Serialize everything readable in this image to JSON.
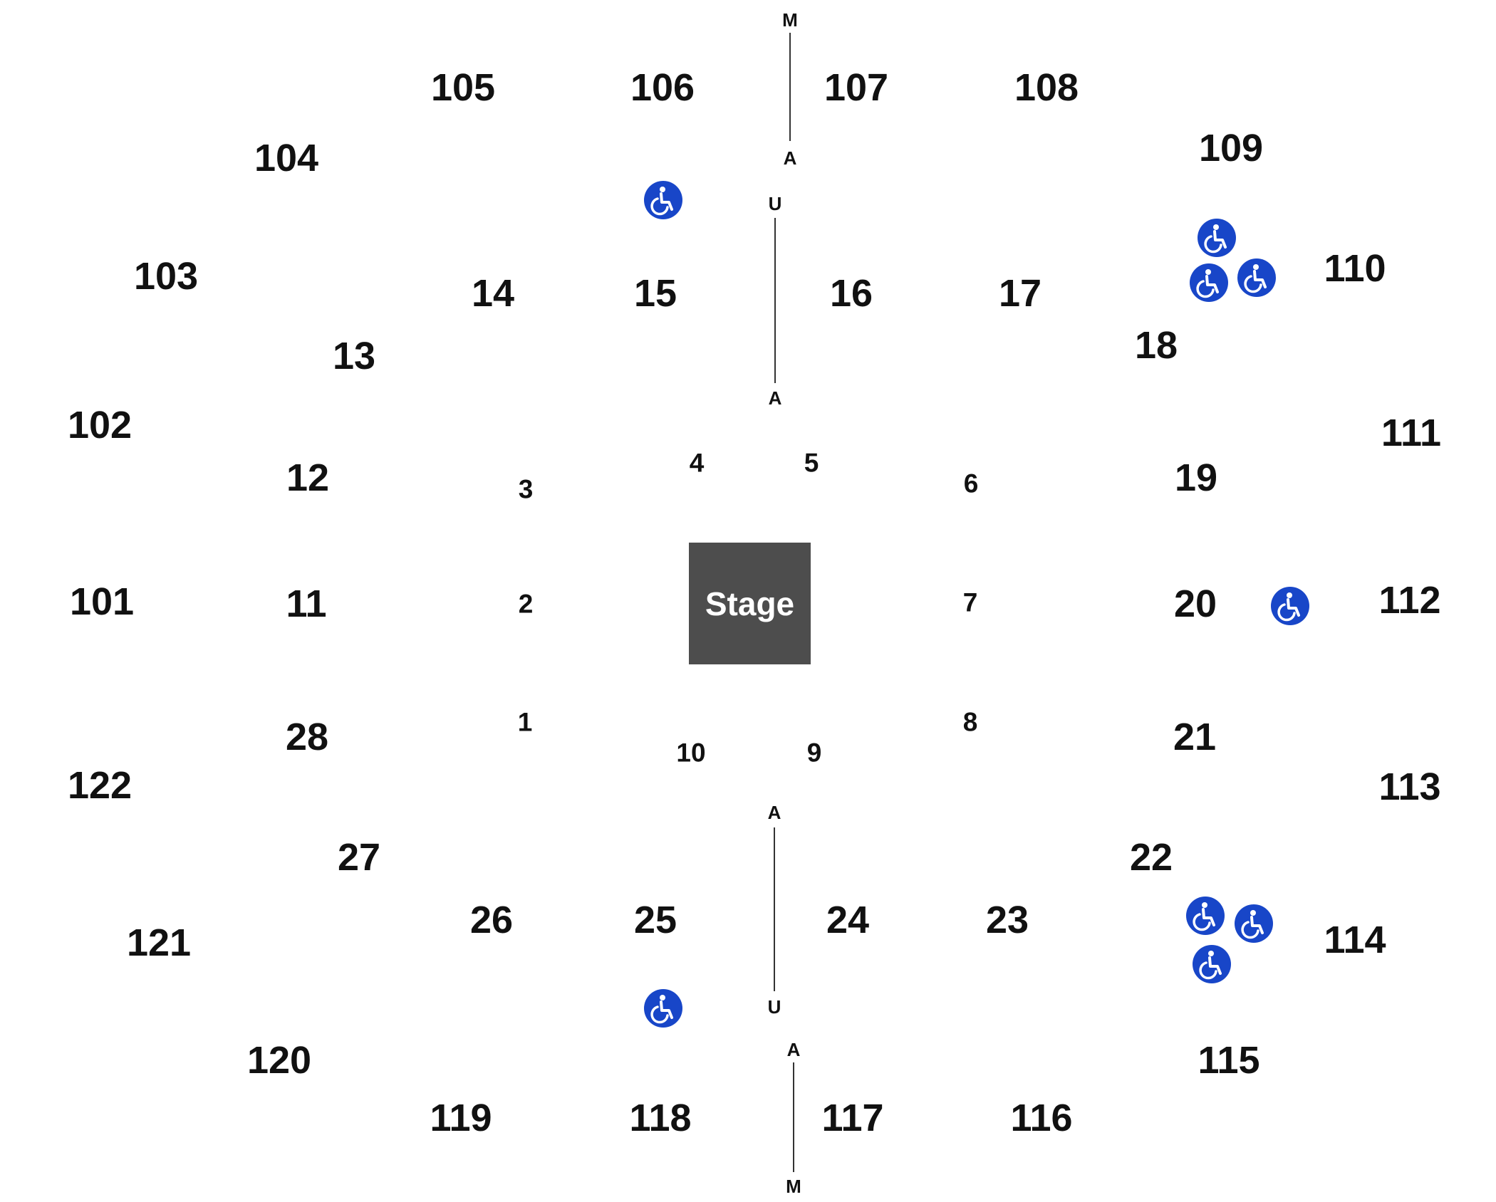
{
  "stage": {
    "label": "Stage"
  },
  "sections": {
    "s101": "101",
    "s102": "102",
    "s103": "103",
    "s104": "104",
    "s105": "105",
    "s106": "106",
    "s107": "107",
    "s108": "108",
    "s109": "109",
    "s110": "110",
    "s111": "111",
    "s112": "112",
    "s113": "113",
    "s114": "114",
    "s115": "115",
    "s116": "116",
    "s117": "117",
    "s118": "118",
    "s119": "119",
    "s120": "120",
    "s121": "121",
    "s122": "122",
    "s11": "11",
    "s12": "12",
    "s13": "13",
    "s14": "14",
    "s15": "15",
    "s16": "16",
    "s17": "17",
    "s18": "18",
    "s19": "19",
    "s20": "20",
    "s21": "21",
    "s22": "22",
    "s23": "23",
    "s24": "24",
    "s25": "25",
    "s26": "26",
    "s27": "27",
    "s28": "28",
    "s1": "1",
    "s2": "2",
    "s3": "3",
    "s4": "4",
    "s5": "5",
    "s6": "6",
    "s7": "7",
    "s8": "8",
    "s9": "9",
    "s10": "10"
  },
  "aisles": {
    "top_upper": {
      "top": "M",
      "bottom": "A"
    },
    "top_lower": {
      "top": "U",
      "bottom": "A"
    },
    "bottom_lower": {
      "top": "A",
      "bottom": "U"
    },
    "bottom_upper": {
      "top": "A",
      "bottom": "M"
    }
  },
  "icons": {
    "accessible": "wheelchair-icon"
  },
  "colors": {
    "accessible": "#1846c8",
    "stage": "#4d4d4d",
    "text": "#111111"
  }
}
